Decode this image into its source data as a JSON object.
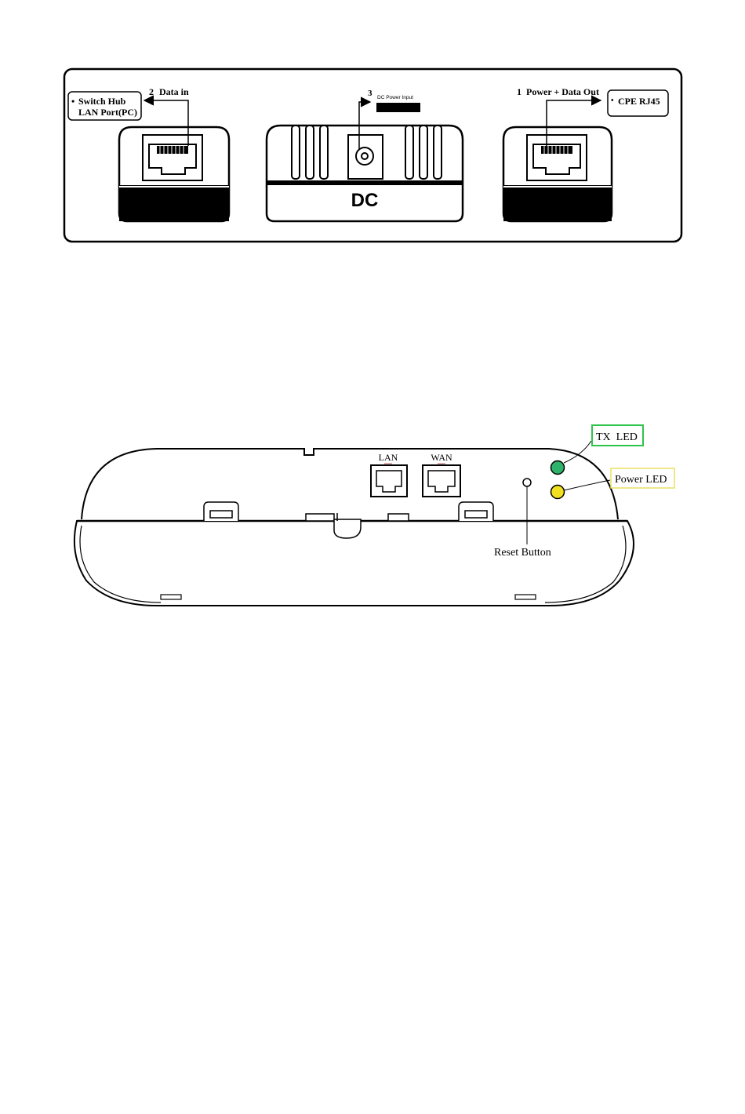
{
  "poe_injector": {
    "port_data_in": {
      "number": "2",
      "label": "Data in"
    },
    "switch_hub_box": {
      "line1": "Switch Hub",
      "line2": "LAN Port(PC)"
    },
    "dc_input": {
      "number": "3",
      "label": "DC Power Input"
    },
    "dc_label": "DC",
    "port_power_data_out": {
      "number": "1",
      "label": "Power + Data Out"
    },
    "cpe_box": {
      "label": "CPE RJ45"
    }
  },
  "cpe_device": {
    "lan_label": "LAN",
    "wan_label": "WAN",
    "tx_led_label": "TX  LED",
    "power_led_label": "Power LED",
    "reset_label": "Reset Button"
  },
  "colors": {
    "tx_led": "#2db36a",
    "power_led": "#f0e020",
    "tx_led_box": "#2ec44a",
    "power_led_box": "#e8e060"
  }
}
